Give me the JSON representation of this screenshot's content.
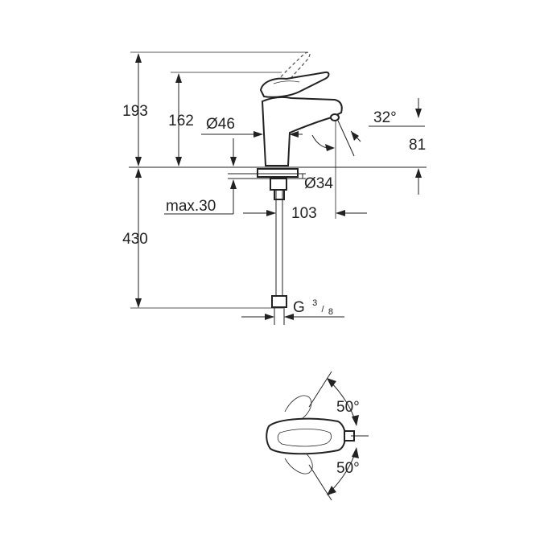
{
  "dimensions": {
    "total_height": "193",
    "spout_height": "162",
    "body_diameter": "Ø46",
    "hole_diameter": "Ø34",
    "max_deck_thickness": "max.30",
    "spout_reach": "103",
    "installation_depth": "430",
    "spout_angle": "32°",
    "spout_outlet_height": "81",
    "connection_thread_main": "G",
    "connection_thread_num": "3",
    "connection_thread_den": "8",
    "lever_angle_back": "50°",
    "lever_angle_front": "50°"
  },
  "colors": {
    "line": "#222222",
    "background": "#ffffff"
  }
}
